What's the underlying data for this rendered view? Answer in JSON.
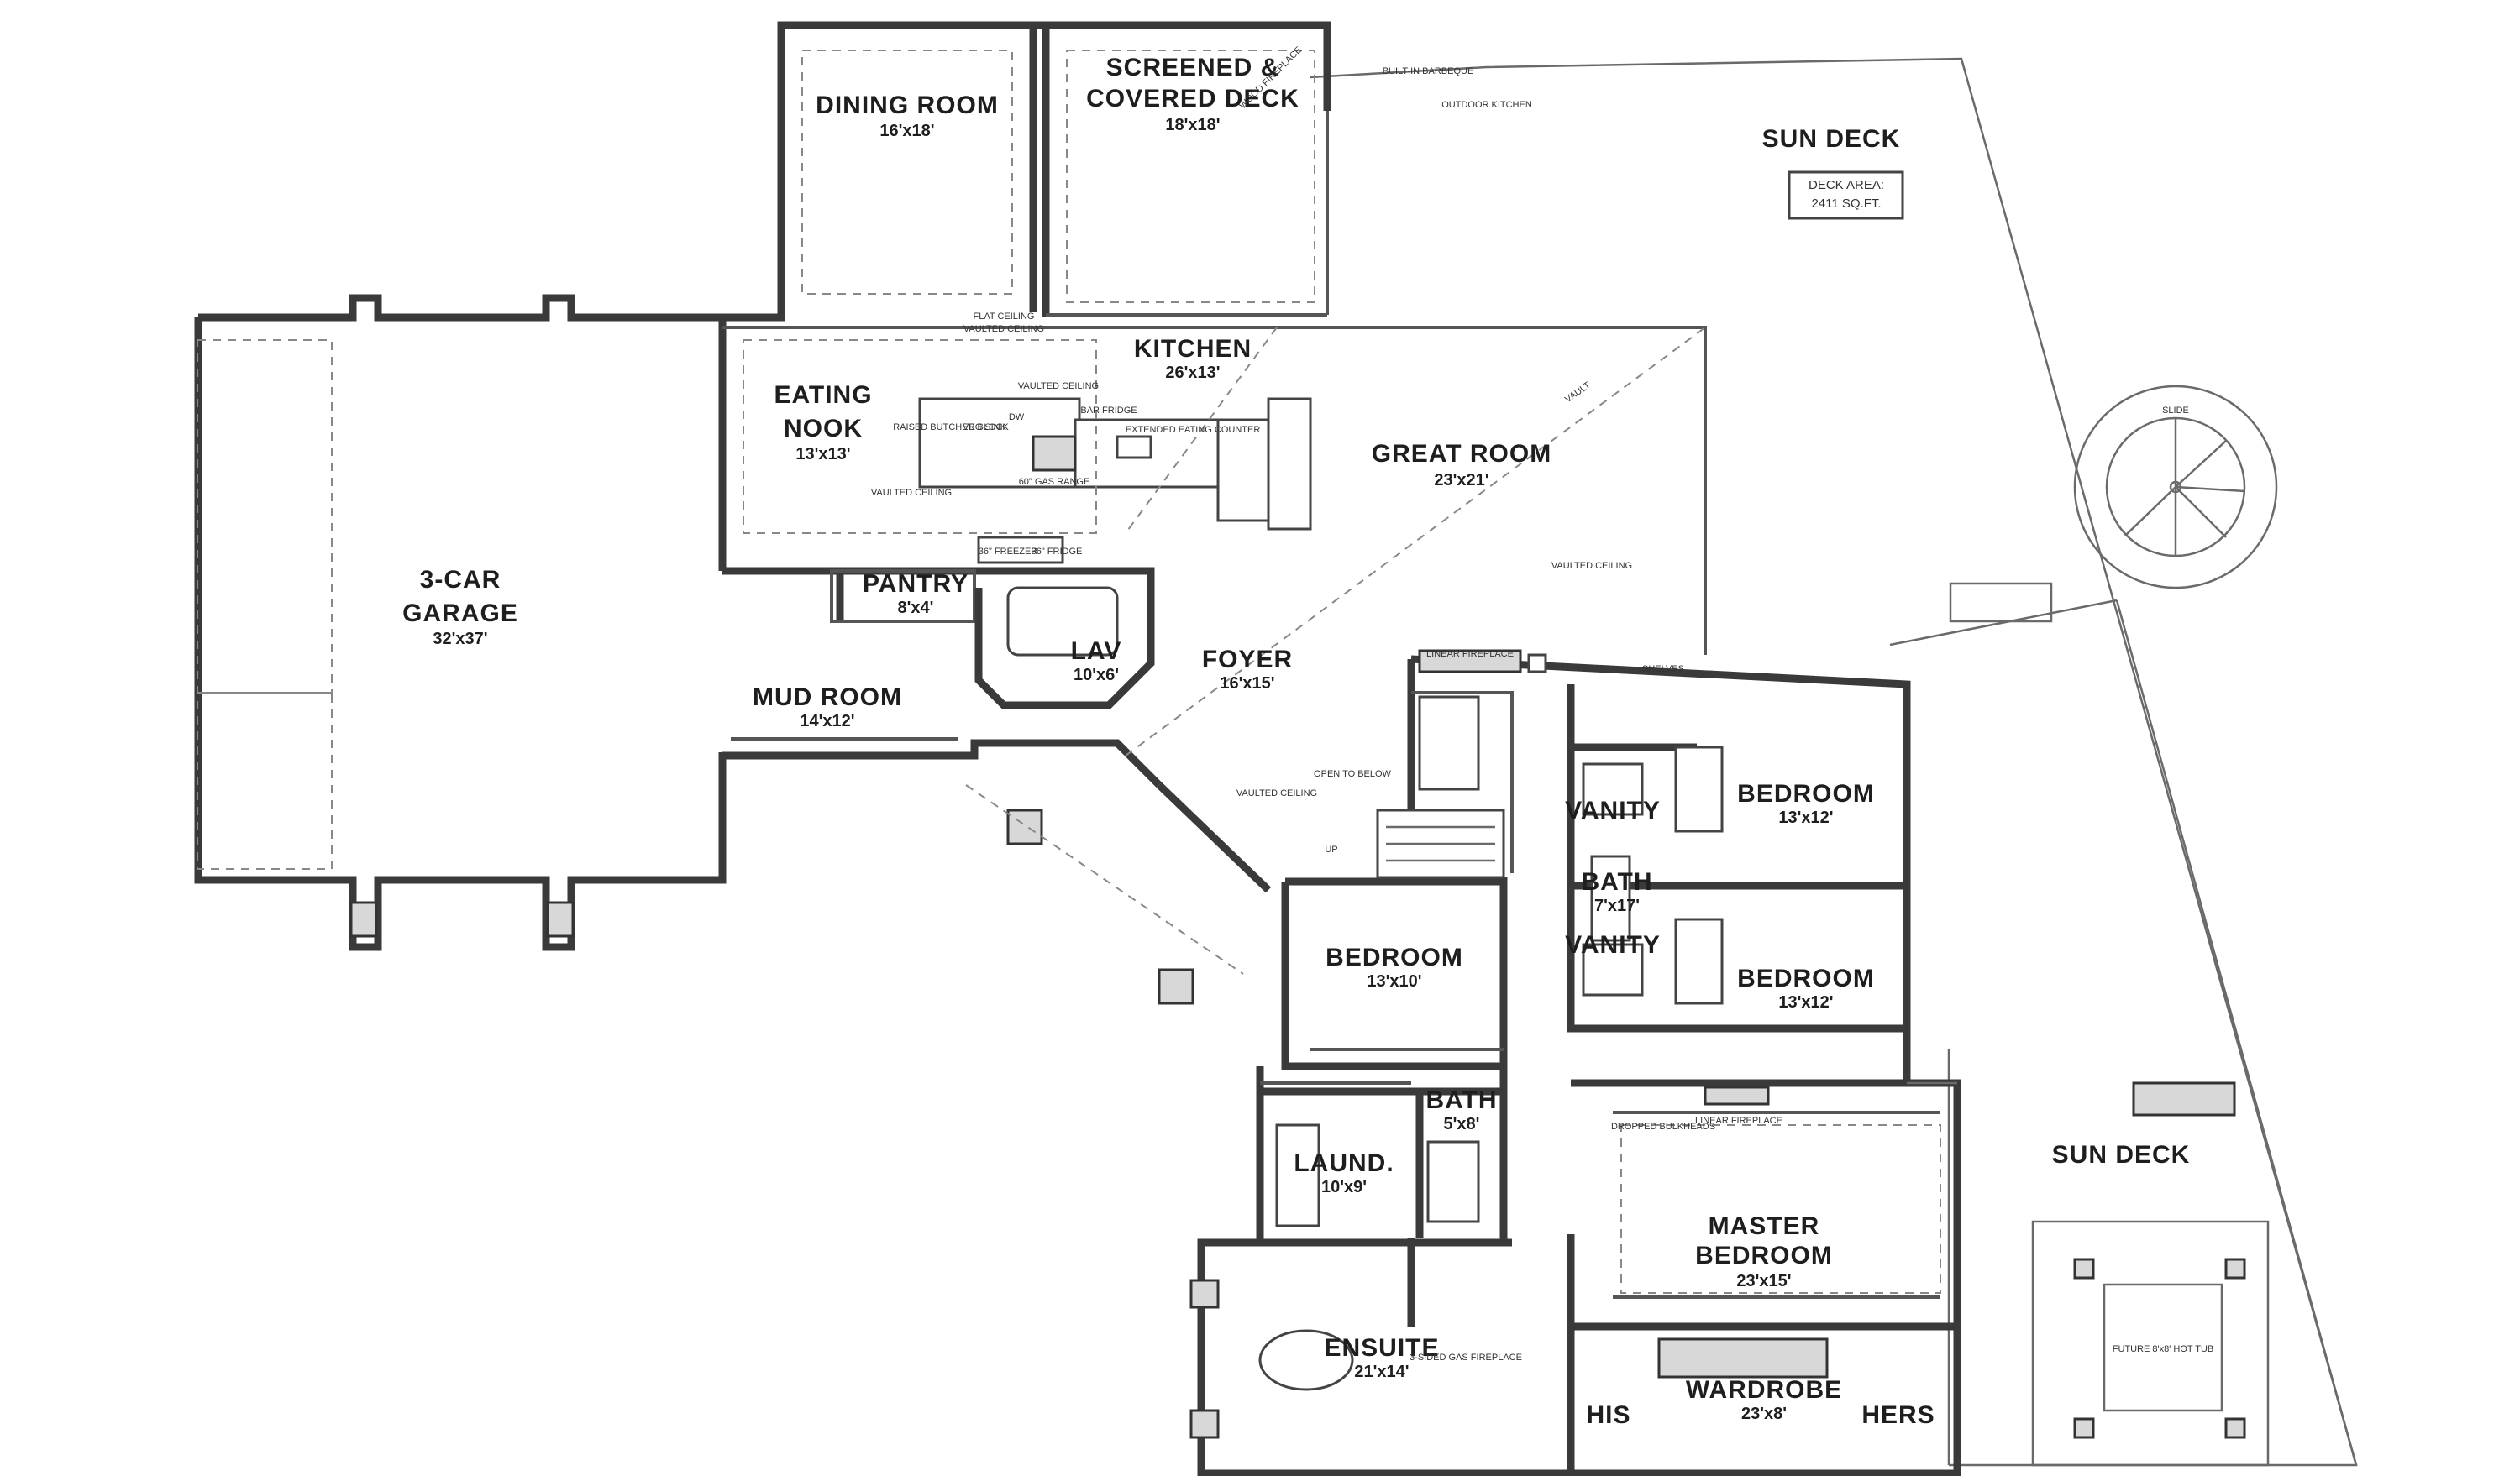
{
  "plan": {
    "mirrored": true,
    "rooms": {
      "dining_room": {
        "name": "DINING ROOM",
        "dim": "16'x18'"
      },
      "screened_deck": {
        "name_line1": "SCREENED &",
        "name_line2": "COVERED DECK",
        "dim": "18'x18'"
      },
      "sun_deck_top": {
        "name": "SUN DECK"
      },
      "deck_area": {
        "line1": "DECK AREA:",
        "line2": "2411 SQ.FT."
      },
      "kitchen": {
        "name": "KITCHEN",
        "dim": "26'x13'"
      },
      "eating_nook": {
        "name_line1": "EATING",
        "name_line2": "NOOK",
        "dim": "13'x13'"
      },
      "great_room": {
        "name": "GREAT ROOM",
        "dim": "23'x21'"
      },
      "garage": {
        "name_line1": "3-CAR",
        "name_line2": "GARAGE",
        "dim": "32'x37'"
      },
      "pantry": {
        "name": "PANTRY",
        "dim": "8'x4'"
      },
      "lav": {
        "name": "LAV",
        "dim": "10'x6'"
      },
      "mud_room": {
        "name": "MUD ROOM",
        "dim": "14'x12'"
      },
      "foyer": {
        "name": "FOYER",
        "dim": "16'x15'"
      },
      "bedroom_1": {
        "name": "BEDROOM",
        "dim": "13'x12'"
      },
      "vanity_1": {
        "name": "VANITY"
      },
      "bath_jack": {
        "name": "BATH",
        "dim": "7'x17'"
      },
      "vanity_2": {
        "name": "VANITY"
      },
      "bedroom_2": {
        "name": "BEDROOM",
        "dim": "13'x12'"
      },
      "bedroom_3": {
        "name": "BEDROOM",
        "dim": "13'x10'"
      },
      "bath_small": {
        "name": "BATH",
        "dim": "5'x8'"
      },
      "laundry": {
        "name": "LAUND.",
        "dim": "10'x9'"
      },
      "master_bedroom": {
        "name_line1": "MASTER",
        "name_line2": "BEDROOM",
        "dim": "23'x15'"
      },
      "sun_deck_bottom": {
        "name": "SUN DECK"
      },
      "ensuite": {
        "name": "ENSUITE",
        "dim": "21'x14'"
      },
      "wardrobe": {
        "name": "WARDROBE",
        "dim": "23'x8'",
        "his": "HIS",
        "hers": "HERS"
      }
    },
    "notes": {
      "outdoor_kitchen": "OUTDOOR KITCHEN",
      "built_in_bbq": "BUILT-IN BARBEQUE",
      "wood_fireplace": "WOOD FIREPLACE",
      "flat_ceiling": "FLAT CEILING",
      "vaulted_ceiling_1": "VAULTED CEILING",
      "vaulted_ceiling_2": "VAULTED CEILING",
      "vaulted_ceiling_3": "VAULTED CEILING",
      "vaulted_ceiling_4": "VAULTED CEILING",
      "vaulted_ceiling_5": "VAULTED CEILING",
      "raised_butcher_block": "RAISED BUTCHER BLOCK",
      "veg_sink": "VEG SINK",
      "gas_range": "60\" GAS RANGE",
      "dw": "DW",
      "bar_fridge": "BAR FRIDGE",
      "extended_eating_counter": "EXTENDED EATING COUNTER",
      "fridge": "36\" FRIDGE",
      "freezer": "36\" FREEZER",
      "linear_fireplace": "LINEAR FIREPLACE",
      "shelves": "SHELVES",
      "vault": "VAULT",
      "open_to_below": "OPEN TO BELOW",
      "up": "UP",
      "dropped_bulkheads": "DROPPED BULKHEADS",
      "linear_fireplace_master": "LINEAR FIREPLACE",
      "three_sided_gas_fireplace": "3-SIDED GAS FIREPLACE",
      "hot_tub": "FUTURE 8'x8' HOT TUB",
      "slide": "SLIDE"
    }
  },
  "colors": {
    "wall": "#3a3a3a",
    "line": "#6a6a6a",
    "text": "#1e1e1e",
    "background": "#ffffff"
  }
}
